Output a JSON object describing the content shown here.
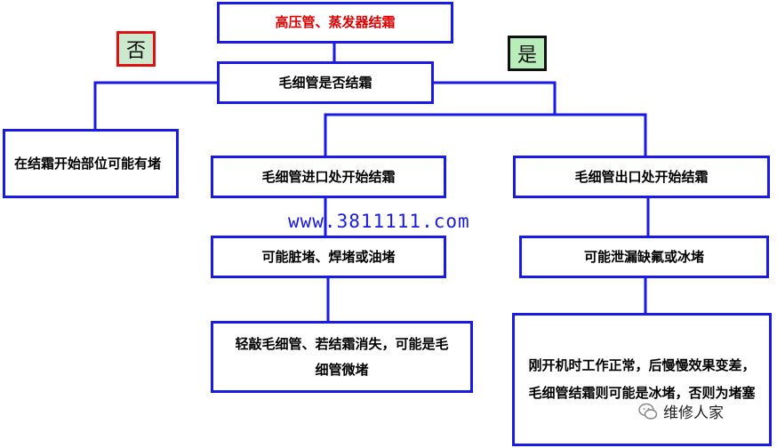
{
  "nodes": {
    "top": "高压管、蒸发器结霜",
    "question": "毛细管是否结霜",
    "no_branch": "在结霜开始部位可能有堵",
    "inlet": "毛细管进口处开始结霜",
    "outlet": "毛细管出口处开始结霜",
    "inlet_cause": "可能脏堵、焊堵或油堵",
    "outlet_cause": "可能泄漏缺氟或冰堵",
    "inlet_tip": "轻敲毛细管、若结霜消失，可能是毛细管微堵",
    "outlet_tip": "刚开机时工作正常，后慢慢效果变差，毛细管结霜则可能是冰堵，否则为堵塞"
  },
  "tags": {
    "no": "否",
    "yes": "是"
  },
  "watermark": "www.3811111.com",
  "brand": "维修人家",
  "colors": {
    "border": "#1a1ae6",
    "title_text": "#e00000",
    "no_border": "#e01010",
    "yes_border": "#111111"
  }
}
